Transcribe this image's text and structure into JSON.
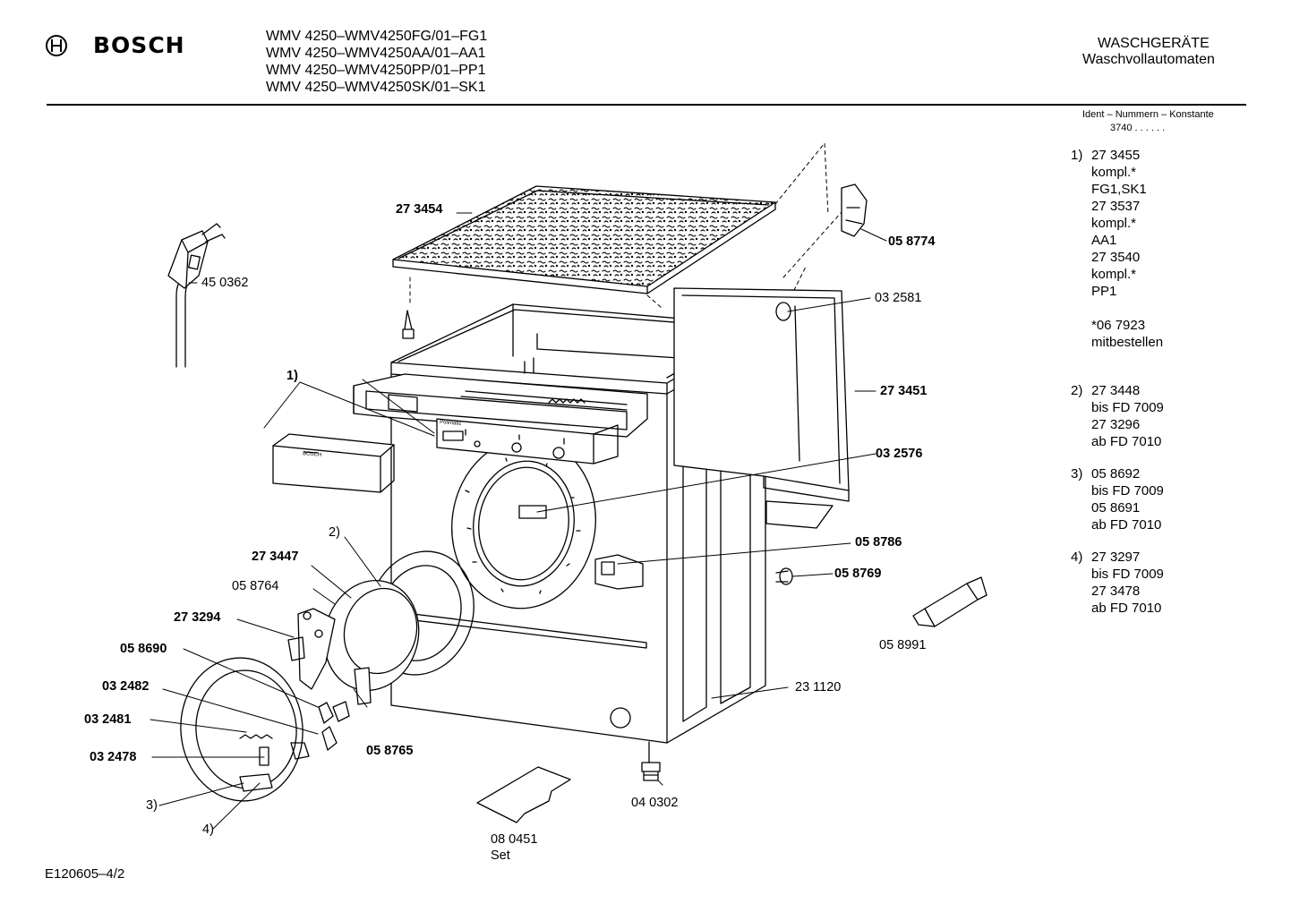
{
  "header": {
    "brand": "BOSCH",
    "models": [
      "WMV 4250–WMV4250FG/01–FG1",
      "WMV 4250–WMV4250AA/01–AA1",
      "WMV 4250–WMV4250PP/01–PP1",
      "WMV 4250–WMV4250SK/01–SK1"
    ],
    "category": "WASCHGERÄTE",
    "subcategory": "Waschvollautomaten"
  },
  "ident": {
    "label": "Ident – Nummern – Konstante",
    "value": "3740  .  .  .  .  .  ."
  },
  "notes": [
    [
      "1)",
      "27 3455",
      "kompl.*",
      "FG1,SK1",
      "27 3537",
      "kompl.*",
      "AA1",
      "27 3540",
      "kompl.*",
      "PP1",
      "",
      "*06 7923",
      "mitbestellen"
    ],
    [
      "2)",
      "27 3448",
      "bis FD 7009",
      "27 3296",
      "ab FD 7010"
    ],
    [
      "3)",
      "05 8692",
      "bis FD 7009",
      "05 8691",
      "ab FD 7010"
    ],
    [
      "4)",
      "27 3297",
      "bis FD 7009",
      "27 3478",
      "ab FD 7010"
    ]
  ],
  "parts": {
    "p273454": "27 3454",
    "p058774": "05 8774",
    "p450362": "45 0362",
    "p032581": "03 2581",
    "ref1": "1)",
    "p273451": "27 3451",
    "p032576": "03 2576",
    "ref2": "2)",
    "p058786": "05 8786",
    "p273447": "27 3447",
    "p058769": "05 8769",
    "p058764": "05 8764",
    "p273294": "27 3294",
    "p058690": "05 8690",
    "p058991": "05 8991",
    "p032482": "03 2482",
    "p231120": "23 1120",
    "p032481": "03 2481",
    "p058765": "05 8765",
    "p032478": "03 2478",
    "p040302": "04 0302",
    "ref3": "3)",
    "ref4": "4)",
    "p080451": "08 0451",
    "p080451_set": "Set"
  },
  "panel_print": {
    "drawer_brand": "BOSCH",
    "panel_label": "Polimatic"
  },
  "footer": {
    "code": "E120605–4/2"
  }
}
